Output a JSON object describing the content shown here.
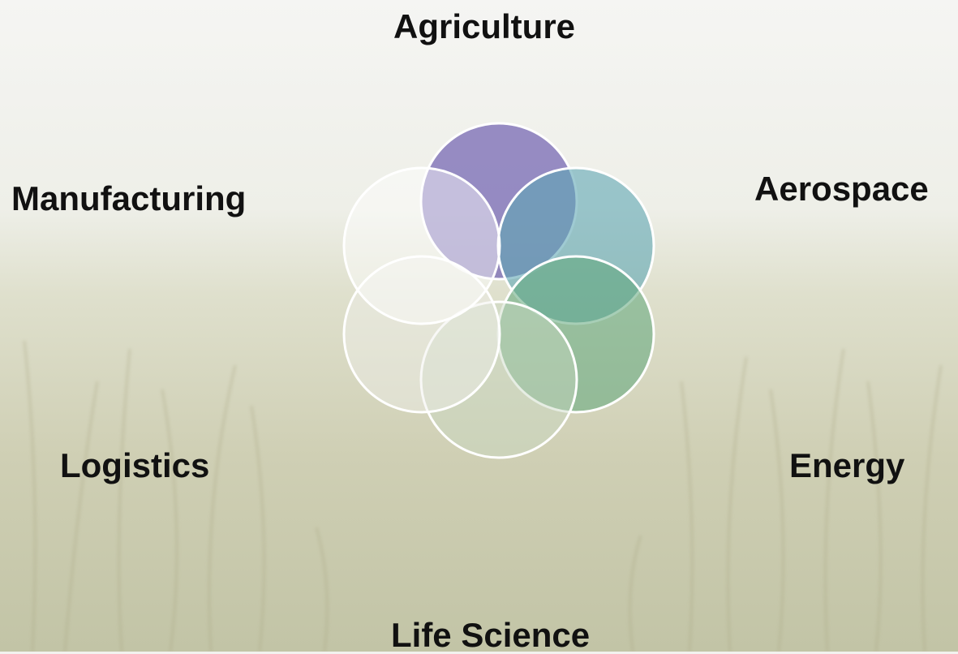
{
  "diagram": {
    "labels": {
      "agriculture": "Agriculture",
      "aerospace": "Aerospace",
      "manufacturing": "Manufacturing",
      "logistics": "Logistics",
      "energy": "Energy",
      "life_science": "Life Science"
    },
    "circle_colors": {
      "agriculture": "#6f5fb0",
      "aerospace": "#5fa6b4",
      "energy": "#5fa57a",
      "life_science": "#c8d6c0",
      "logistics": "#f0f0ec",
      "manufacturing": "#ffffff"
    },
    "outline_color": "#ffffff"
  }
}
